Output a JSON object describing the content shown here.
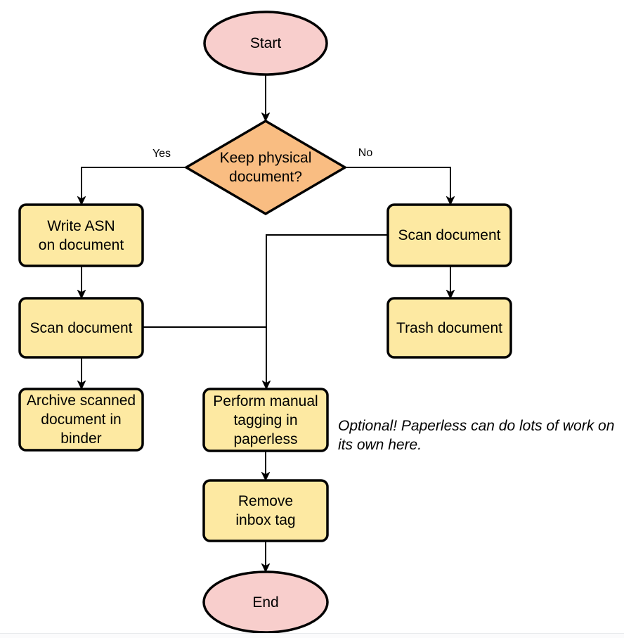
{
  "colors": {
    "terminal_fill": "#f8cecc",
    "decision_fill": "#f9bd82",
    "process_fill": "#fde9a2",
    "outline": "#000000"
  },
  "nodes": {
    "start": {
      "label": "Start"
    },
    "decision_keep_physical": {
      "label": "Keep physical\ndocument?"
    },
    "write_asn": {
      "label": "Write ASN\non document"
    },
    "scan_document_yes": {
      "label": "Scan document"
    },
    "archive_in_binder": {
      "label": "Archive scanned\ndocument in\nbinder"
    },
    "scan_document_no": {
      "label": "Scan document"
    },
    "trash_document": {
      "label": "Trash document"
    },
    "manual_tagging": {
      "label": "Perform manual\ntagging in\npaperless"
    },
    "remove_inbox_tag": {
      "label": "Remove\ninbox tag"
    },
    "end": {
      "label": "End"
    }
  },
  "edge_labels": {
    "yes": "Yes",
    "no": "No"
  },
  "annotation": {
    "text": "Optional! Paperless can do lots of work on\nits own here."
  }
}
